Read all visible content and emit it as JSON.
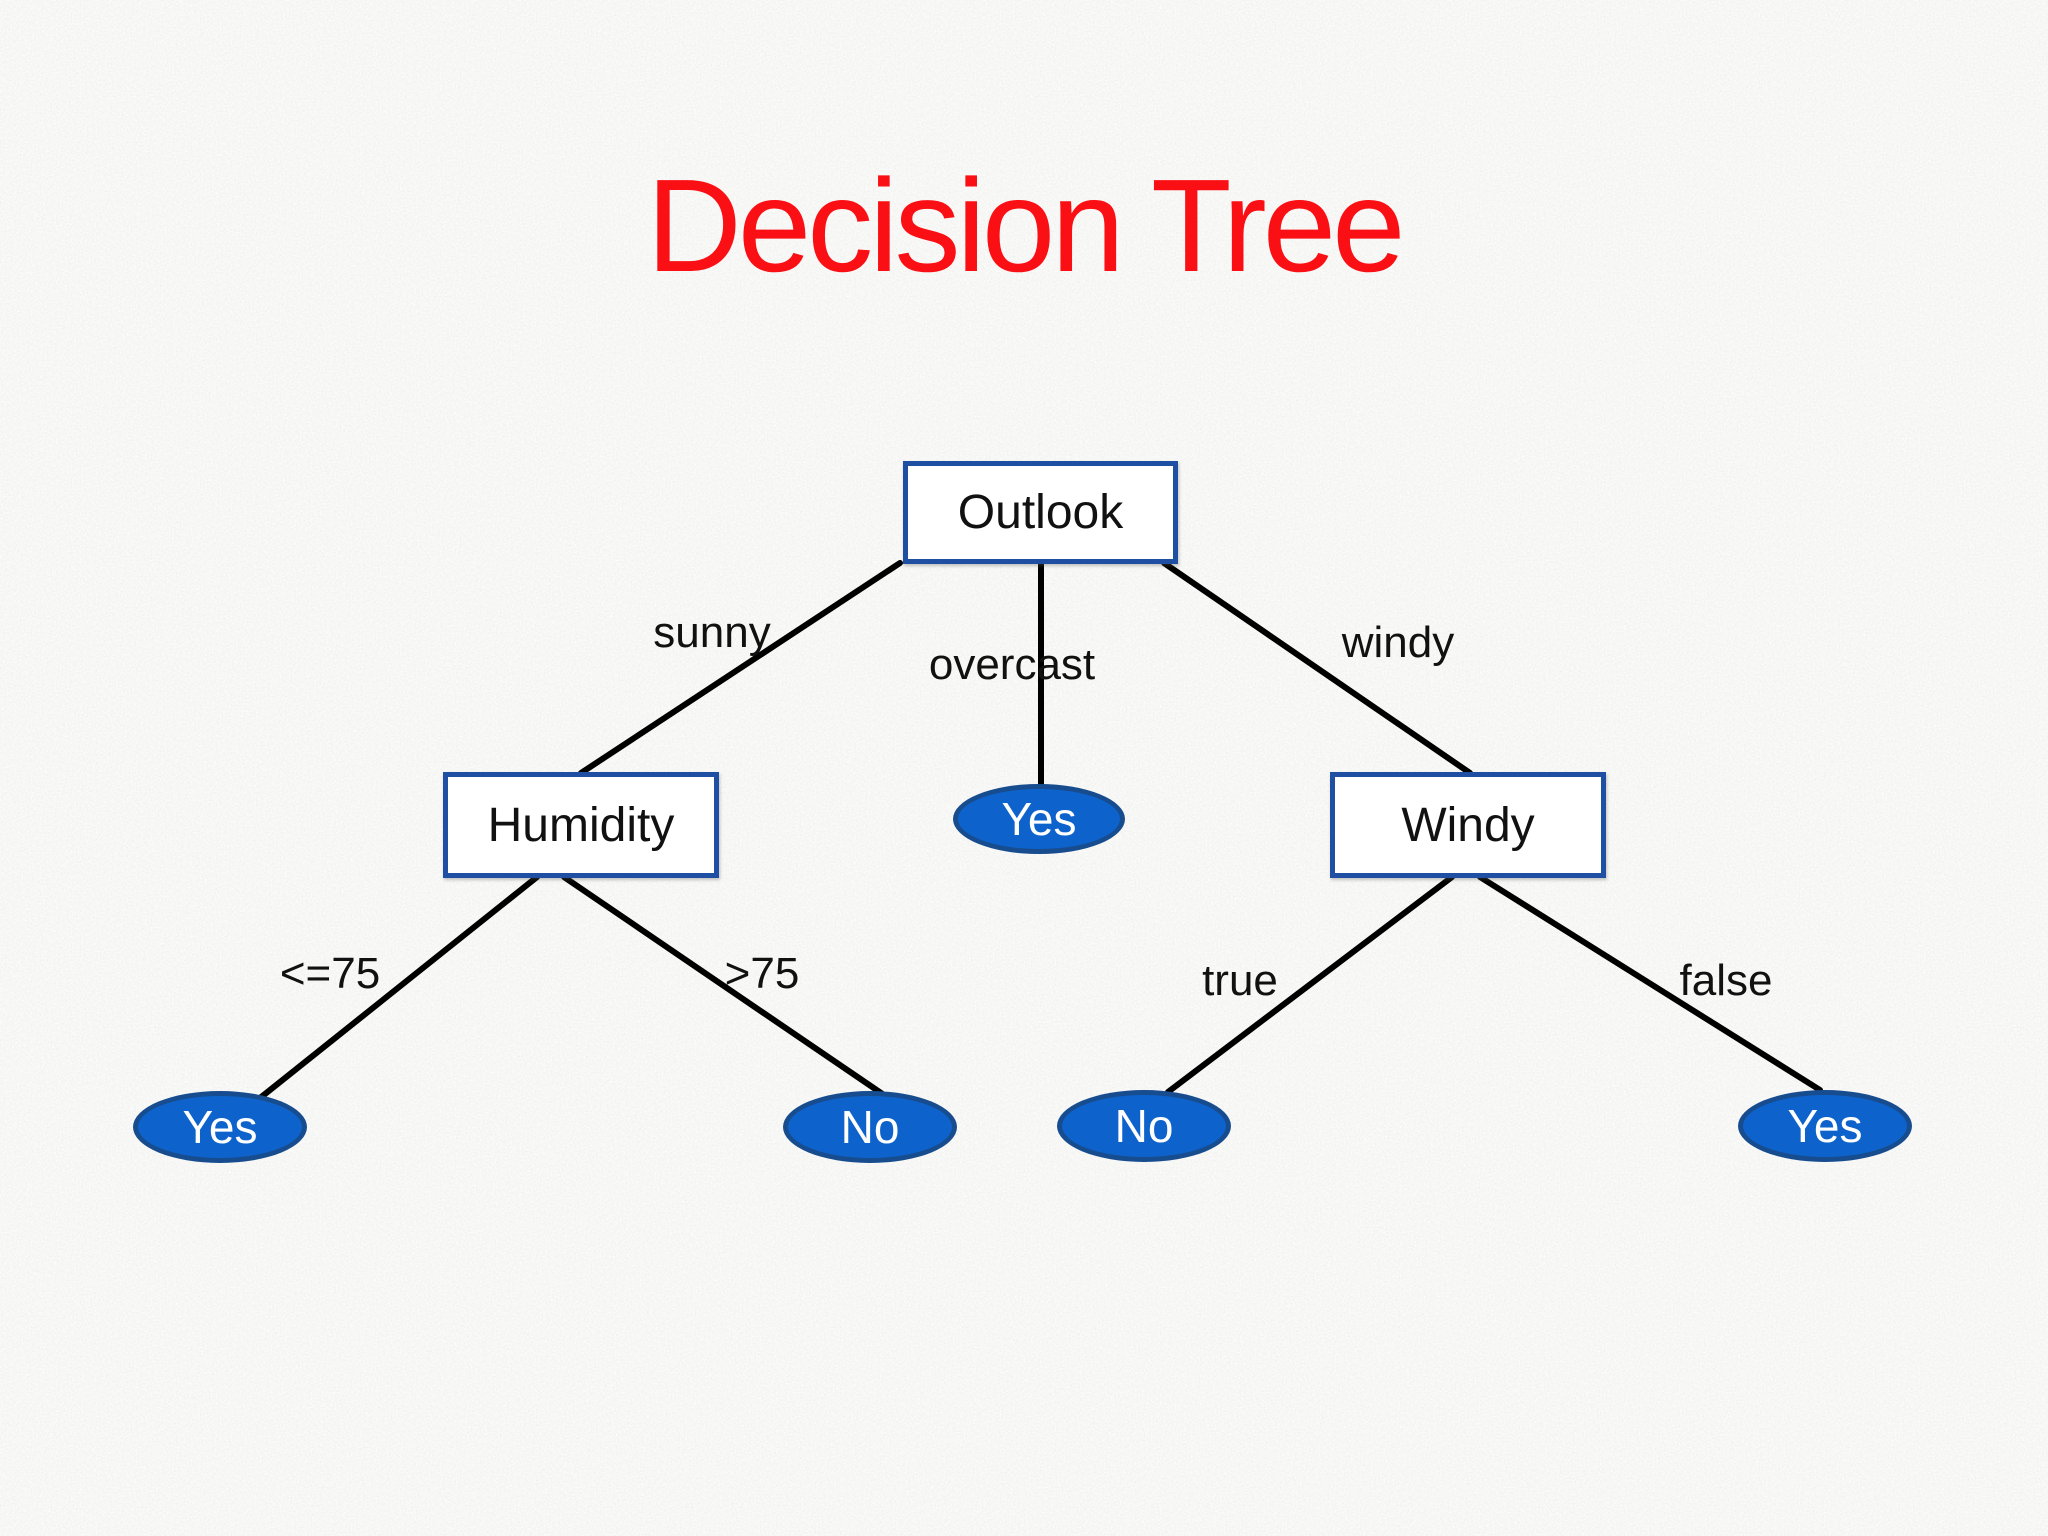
{
  "title": {
    "text": "Decision Tree"
  },
  "colors": {
    "title_color": "#FA0F14",
    "node_border": "#1E4FA3",
    "leaf_fill": "#0D63CB",
    "leaf_border": "#174C8F",
    "edge_color": "#000000",
    "node_text": "#111111",
    "leaf_text": "#FFFFFF"
  },
  "nodes": {
    "outlook": {
      "label": "Outlook"
    },
    "humidity": {
      "label": "Humidity"
    },
    "windy": {
      "label": "Windy"
    }
  },
  "leaves": {
    "overcast_yes": {
      "label": "Yes"
    },
    "humidity_low_yes": {
      "label": "Yes"
    },
    "humidity_high_no": {
      "label": "No"
    },
    "windy_true_no": {
      "label": "No"
    },
    "windy_false_yes": {
      "label": "Yes"
    }
  },
  "edge_labels": {
    "sunny": "sunny",
    "overcast": "overcast",
    "windy": "windy",
    "humidity_low": "<=75",
    "humidity_high": ">75",
    "windy_true": "true",
    "windy_false": "false"
  }
}
